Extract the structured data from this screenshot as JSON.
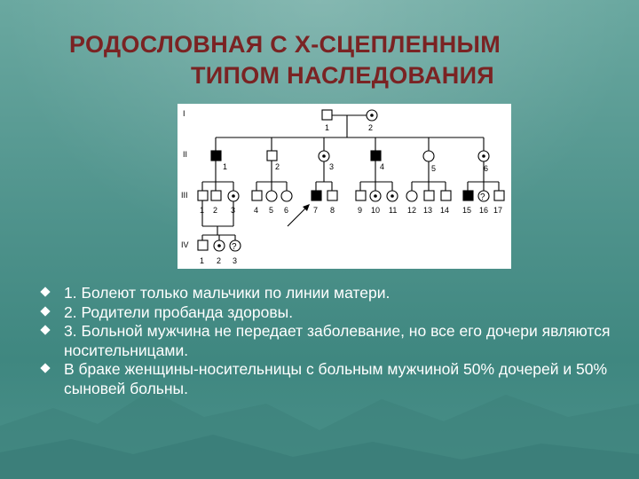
{
  "title": {
    "line1": "РОДОСЛОВНАЯ С Х-СЦЕПЛЕННЫМ",
    "line2": "ТИПОМ НАСЛЕДОВАНИЯ"
  },
  "colors": {
    "title": "#7a2323",
    "background": "#4f938c",
    "text": "#ffffff"
  },
  "pedigree": {
    "generations": [
      "I",
      "II",
      "III",
      "IV"
    ],
    "gen1": [
      "1",
      "2"
    ],
    "gen2": [
      "1",
      "2",
      "3",
      "4",
      "5",
      "6"
    ],
    "gen3": [
      "1",
      "2",
      "3",
      "4",
      "5",
      "6",
      "7",
      "8",
      "9",
      "10",
      "11",
      "12",
      "13",
      "14",
      "15",
      "16",
      "17"
    ],
    "gen4": [
      "1",
      "2",
      "3"
    ],
    "unknown_mark": "?"
  },
  "bullets": [
    "1. Болеют только мальчики по линии матери.",
    "2. Родители пробанда здоровы.",
    "3. Больной мужчина не передает заболевание, но все его дочери являются носительницами.",
    "В браке женщины-носительницы с больным мужчиной 50% дочерей и 50% сыновей больны."
  ]
}
